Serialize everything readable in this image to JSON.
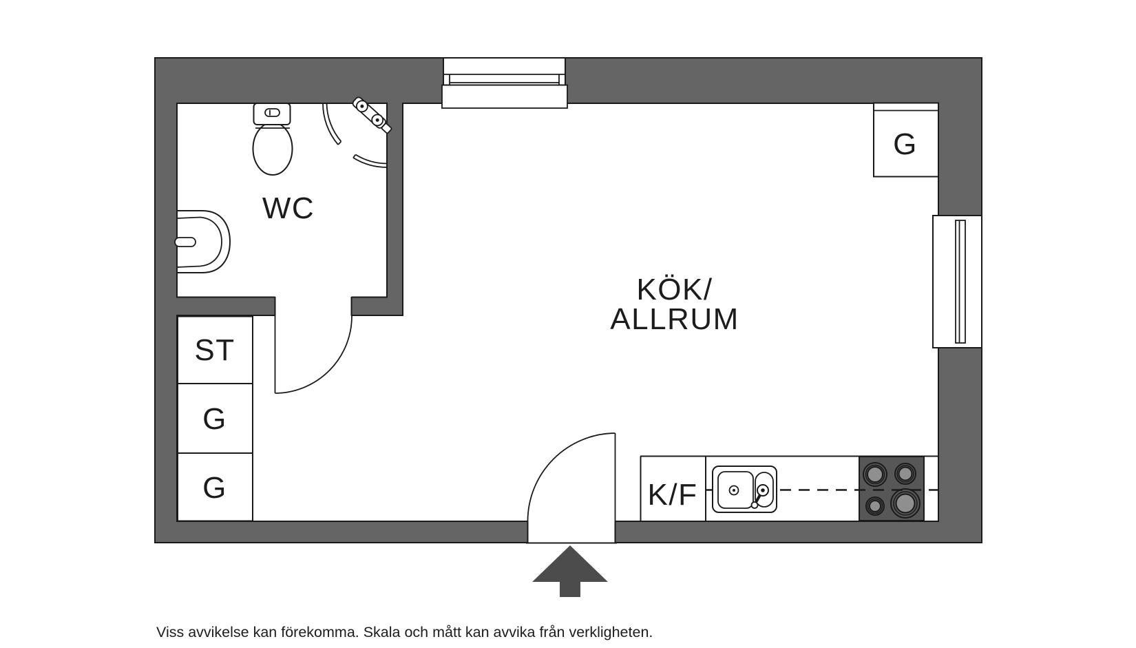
{
  "floorplan": {
    "labels": {
      "wc": "WC",
      "kitchen_living_line1": "KÖK/",
      "kitchen_living_line2": "ALLRUM",
      "closet_st": "ST",
      "wardrobe_g1": "G",
      "wardrobe_g2": "G",
      "wardrobe_g_top_right": "G",
      "fridge_freezer": "K/F"
    },
    "disclaimer": "Viss avvikelse kan förekomma. Skala och mått kan avvika från verkligheten.",
    "colors": {
      "wall": "#656565",
      "stove": "#575757",
      "burner": "#8f8f8f",
      "entry_arrow": "#4c4c4c",
      "outline": "#1a1a1a",
      "background": "#ffffff"
    }
  }
}
